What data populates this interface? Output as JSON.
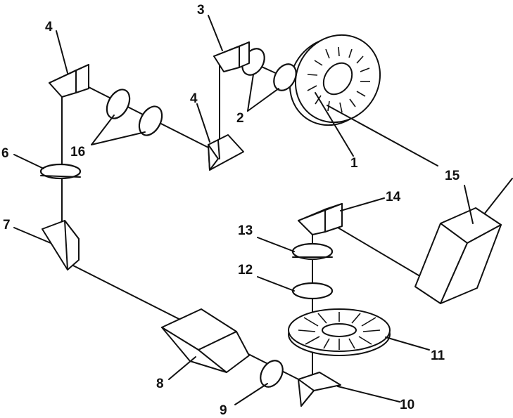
{
  "labels": {
    "l1": "1",
    "l2": "2",
    "l3": "3",
    "l4a": "4",
    "l4b": "4",
    "l6": "6",
    "l7": "7",
    "l8": "8",
    "l9": "9",
    "l10": "10",
    "l11": "11",
    "l12": "12",
    "l13": "13",
    "l14": "14",
    "l15": "15",
    "l16": "16"
  }
}
